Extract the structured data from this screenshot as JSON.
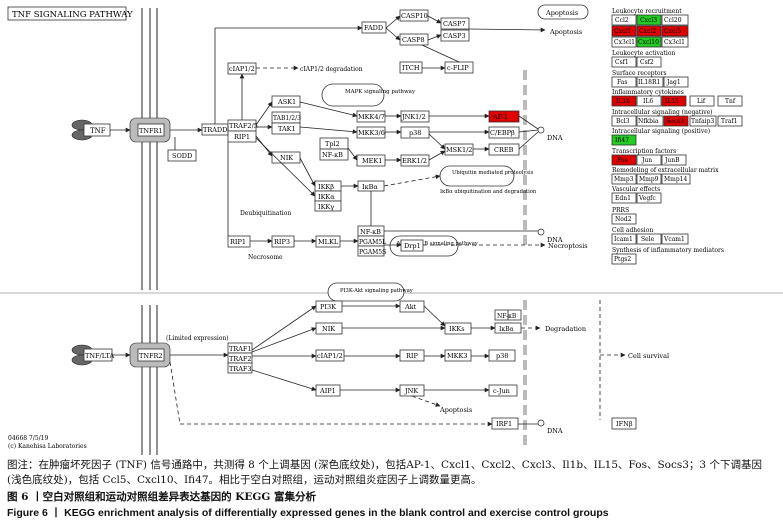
{
  "pathway": {
    "title": "TNF SIGNALING PATHWAY",
    "footer_id": "04668 7/5/19",
    "footer_copyright": "(c) Kanehisa Laboratories",
    "limited_expression": "(Limited expression)"
  },
  "colors": {
    "up": "#e00000",
    "down": "#22cc22",
    "neutral": "#ffffff",
    "membrane": "#bbbbbb"
  },
  "nodes": {
    "tnf": "TNF",
    "tnfr1": "TNFR1",
    "sodd": "SODD",
    "tradd": "TRADD",
    "ciap12": "cIAP1/2",
    "traf25": "TRAF2/5",
    "rip1": "RIP1",
    "ask1": "ASK1",
    "tab123": "TAB1/2/3",
    "tak1": "TAK1",
    "nik": "NIK",
    "mkk47": "MKK4/7",
    "mkk36": "MKK3/6",
    "tpl2": "Tpl2",
    "nfkb_tpl": "NF-κB",
    "mek1": "MEK1",
    "jnk12": "JNK1/2",
    "p38": "p38",
    "erk12": "ERK1/2",
    "ap1": "AP-1",
    "cebpb": "C/EBPβ",
    "creb": "CREB",
    "msk12": "MSK1/2",
    "ikkb": "IKKβ",
    "ikka": "IKKα",
    "ikkg": "IKKγ",
    "ikba": "IκBα",
    "nfkb": "NF-κB",
    "fadd": "FADD",
    "casp10": "CASP10",
    "casp8": "CASP8",
    "casp7": "CASP7",
    "casp3": "CASP3",
    "itch": "ITCH",
    "cflip": "c-FLIP",
    "rip1_b": "RIP1",
    "rip3": "RIP3",
    "mlkl": "MLKL",
    "pgam5l": "PGAM5L",
    "pgam5s": "PGAM5S",
    "drp1": "Drp1",
    "tnf_lta": "TNF/LTA",
    "tnfr2": "TNFR2",
    "traf1": "TRAF1",
    "traf2": "TRAF2",
    "traf3": "TRAF3",
    "pi3k": "PI3K",
    "akt": "Akt",
    "nik2": "NIK",
    "ciap12_b": "cIAP1/2",
    "rip2": "RIP",
    "mkk3": "MKK3",
    "p38_2": "p38",
    "ikk2": "IKKs",
    "nfkb2": "NF-κB",
    "ikba2": "IκBα",
    "aip1": "AIP1",
    "jnk2": "JNK",
    "cjun": "c-Jun",
    "irf1": "IRF1",
    "ifnb": "IFNβ"
  },
  "labels": {
    "ciap_degr": "cIAP1/2 degradation",
    "mapk": "MAPK signaling pathway",
    "ubiq": "Ubiquitin mediated proteolysis",
    "ikba_ubiq": "IκBα ubiquitination and degradation",
    "nfkb_sig": "NF-kappa B signaling pathway",
    "pi3k_sig": "PI3K-Akt signaling pathway",
    "deubiq": "Deubiquitination",
    "necrosome": "Necrosome",
    "necroptosis": "Necroptosis",
    "apoptosis_oval": "Apoptosis",
    "apoptosis": "Apoptosis",
    "dna1": "DNA",
    "dna2": "DNA",
    "dna3": "DNA",
    "degradation": "Degradation",
    "cell_survival": "Cell survival",
    "apoptosis2": "Apoptosis"
  },
  "gene_panel": {
    "leukocyte_recruitment": "Leukocyte recruitment",
    "lr_genes": [
      "Ccl2",
      "Cxcl3",
      "Ccl20",
      "Cxcl1",
      "Cxcl2",
      "Cxcl5",
      "Cx3cl1",
      "Cxcl10",
      "Cx3cl1"
    ],
    "leukocyte_activation": "Leukocyte activation",
    "la_genes": [
      "Csf1",
      "Csf2"
    ],
    "surface_receptors": "Surface receptors",
    "sr_genes": [
      "Fas",
      "IL18R1",
      "Jag1"
    ],
    "inflammatory_cytokines": "Inflammatory cytokines",
    "ic_genes": [
      "IL1b",
      "IL6",
      "IL15",
      "Lif",
      "Tnf"
    ],
    "intracellular_negative": "Intracellular signaling (negative)",
    "in_genes": [
      "Bcl3",
      "Nfkbia",
      "Socs3",
      "Tnfaip3",
      "Traf1"
    ],
    "intracellular_positive": "Intracellular signaling (positive)",
    "ip_genes": [
      "Ifi47"
    ],
    "transcription_factors": "Transcription factors",
    "tf_genes": [
      "Fos",
      "Jun",
      "JunB"
    ],
    "ecm_remodeling": "Remodeling of extracellular matrix",
    "ecm_genes": [
      "Mmp3",
      "Mmp9",
      "Mmp14"
    ],
    "vascular_effects": "Vascular effects",
    "ve_genes": [
      "Edn1",
      "Vegfc"
    ],
    "prrs": "PRRS",
    "prrs_genes": [
      "Nod2"
    ],
    "cell_adhesion": "Cell adhesion",
    "ca_genes": [
      "Icam1",
      "Sele",
      "Vcam1"
    ],
    "synthesis_mediators": "Synthesis of inflammatory mediators",
    "sm_genes": [
      "Ptgs2"
    ]
  },
  "captions": {
    "cn": "图注：在肿瘤坏死因子 (TNF) 信号通路中，共测得 8 个上调基因 (深色底纹处)，包括AP-1、Cxcl1、Cxcl2、Cxcl3、Il1b、IL15、Fos、Socs3；3 个下调基因 (浅色底纹处)，包括 Ccl5、Cxcl10、Ifi47。相比于空白对照组，运动对照组炎症因子上调数量更高。",
    "fig_cn": "图 6 丨空白对照组和运动对照组差异表达基因的 KEGG 富集分析",
    "fig_en": "Figure 6  丨 KEGG enrichment analysis of differentially expressed genes in the blank control and exercise control groups"
  }
}
